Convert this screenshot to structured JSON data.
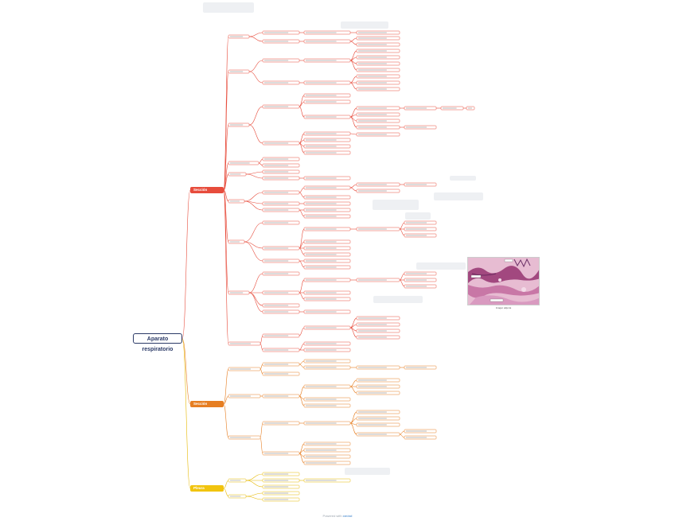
{
  "root": {
    "label": "Aparato respiratorio"
  },
  "branches": [
    {
      "label": "Sección conductora",
      "color": "#e74c3c"
    },
    {
      "label": "Sección respiratoria",
      "color": "#e67e22"
    },
    {
      "label": "Pleura",
      "color": "#f1c40f"
    }
  ],
  "image_caption": "Imagen adjunta",
  "footer": {
    "prefix": "Powered with",
    "brand": "xmind"
  }
}
